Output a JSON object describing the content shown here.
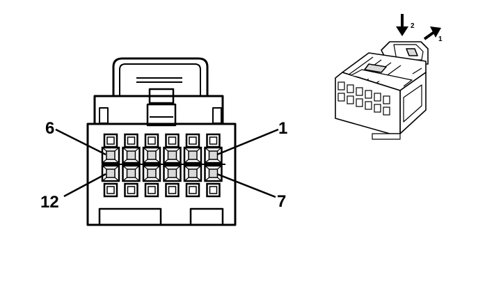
{
  "connector_face": {
    "pin_labels": {
      "top_left": "6",
      "top_right": "1",
      "bottom_left": "12",
      "bottom_right": "7"
    },
    "rows": 2,
    "columns": 6
  },
  "iso_view": {
    "arrow_press_label": "2",
    "arrow_pull_label": "1"
  },
  "colors": {
    "line": "#000000",
    "background": "#ffffff",
    "shade": "#d9d9d9"
  }
}
